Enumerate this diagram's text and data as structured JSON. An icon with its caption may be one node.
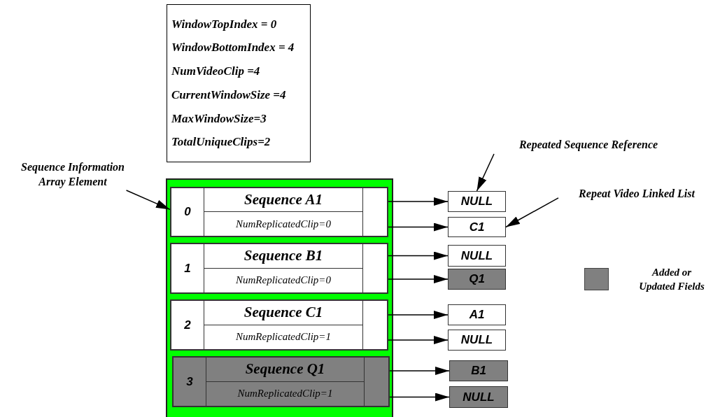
{
  "diagram": {
    "nodes": [
      {
        "text": [
          "WindowTopIndex = 0",
          "WindowBottomIndex = 4",
          "NumVideoClip =4",
          "CurrentWindowSize =4",
          "MaxWindowSize=3",
          "TotalUniqueClips=2"
        ]
      },
      {
        "text": [
          "Repeated Sequence Reference"
        ]
      },
      {
        "text": [
          "Sequence Information Array Element"
        ]
      },
      {
        "text": [],
        "shape": "box"
      },
      {
        "text": [
          "Repeat Video Linked List"
        ]
      },
      {
        "text": [
          "0",
          "Sequence A1",
          "NumReplicatedClip=0"
        ],
        "in": 3
      },
      {
        "text": [
          "NULL"
        ]
      },
      {
        "text": [
          "C1"
        ]
      },
      {
        "text": [
          "1",
          "Sequence B1",
          "NumReplicatedClip=0"
        ],
        "in": 3
      },
      {
        "text": [
          "NULL"
        ]
      },
      {
        "text": [
          "Q1"
        ]
      },
      {
        "text": [
          "2",
          "Sequence C1",
          "NumReplicatedClip=1"
        ],
        "in": 3
      },
      {
        "text": [
          "A1"
        ]
      },
      {
        "text": [
          "NULL"
        ]
      },
      {
        "text": [
          "3",
          "Sequence Q1",
          "NumReplicatedClip=1"
        ],
        "in": 3
      },
      {
        "text": [
          "B1"
        ]
      },
      {
        "text": [
          "NULL"
        ]
      }
    ],
    "edges": [
      {
        "from": 2,
        "to": 5,
        "arrow": "to"
      },
      {
        "from": 1,
        "to": 6,
        "arrow": "to"
      },
      {
        "from": 4,
        "to": 7,
        "arrow": "to"
      },
      {
        "from": 5,
        "to": 6,
        "arrow": "to"
      },
      {
        "from": 5,
        "to": 7,
        "arrow": "to"
      },
      {
        "from": 8,
        "to": 9,
        "arrow": "to"
      },
      {
        "from": 8,
        "to": 10,
        "arrow": "to"
      },
      {
        "from": 11,
        "to": 12,
        "arrow": "to"
      },
      {
        "from": 11,
        "to": 13,
        "arrow": "to"
      },
      {
        "from": 14,
        "to": 15,
        "arrow": "to"
      },
      {
        "from": 14,
        "to": 16,
        "arrow": "to"
      }
    ],
    "legend": [
      {
        "text": "Added or Updated Fields",
        "color": "#808080"
      }
    ]
  }
}
